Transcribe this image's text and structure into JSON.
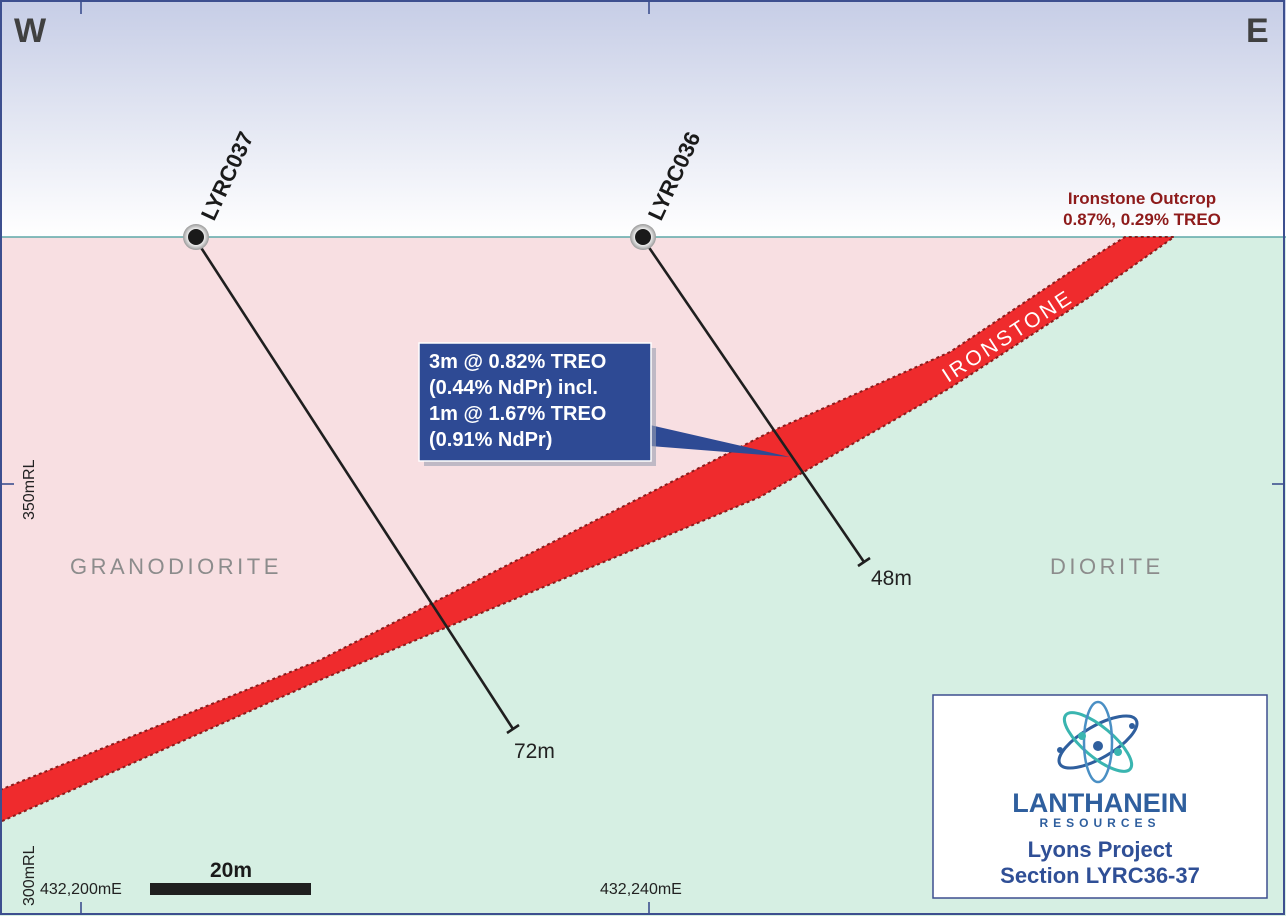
{
  "compass": {
    "west": "W",
    "east": "E"
  },
  "drillholes": [
    {
      "id": "LYRC037",
      "depth_label": "72m"
    },
    {
      "id": "LYRC036",
      "depth_label": "48m"
    }
  ],
  "rock_units": {
    "left": "GRANODIORITE",
    "right": "DIORITE",
    "vein": "IRONSTONE"
  },
  "outcrop": {
    "title": "Ironstone Outcrop",
    "values": "0.87%, 0.29% TREO"
  },
  "callout": {
    "lines": [
      "3m @ 0.82% TREO",
      "(0.44% NdPr) incl.",
      "1m @ 1.67% TREO",
      "(0.91% NdPr)"
    ]
  },
  "elevation_labels": {
    "upper": "350mRL",
    "lower": "300mRL"
  },
  "easting_labels": {
    "left": "432,200mE",
    "middle": "432,240mE"
  },
  "scale_bar": {
    "label": "20m"
  },
  "logo": {
    "name": "LANTHANEIN",
    "subtitle": "RESOURCES"
  },
  "project": {
    "line1": "Lyons Project",
    "line2": "Section LYRC36-37"
  },
  "colors": {
    "granodiorite": "#f8dfe2",
    "diorite": "#d6efe3",
    "ironstone": "#ef2b2d",
    "callout_fill": "#2e4a94",
    "outcrop_text": "#8e1b1b",
    "logo_blue": "#2f5f9e",
    "logo_teal": "#3ab5b0"
  }
}
